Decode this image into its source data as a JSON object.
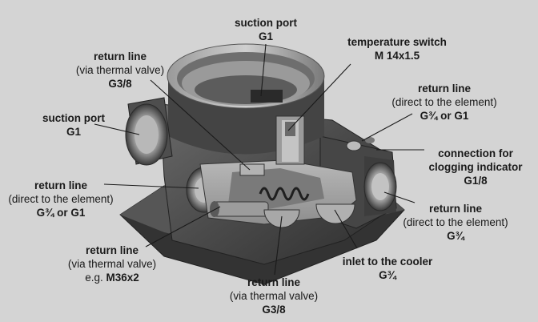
{
  "labels": {
    "suction_port_top": {
      "line1": "suction port",
      "value": "G1"
    },
    "return_thermal_top": {
      "line1": "return line",
      "line2": "(via thermal valve)",
      "value": "G3/8"
    },
    "temperature_switch": {
      "line1": "temperature switch",
      "value": "M 14x1.5"
    },
    "return_direct_top_right": {
      "line1": "return line",
      "line2": "(direct to the element)",
      "value": "G¾ or G1"
    },
    "suction_port_left": {
      "line1": "suction port",
      "value": "G1"
    },
    "clogging_indicator": {
      "line1": "connection for",
      "line2": "clogging indicator",
      "value": "G1/8"
    },
    "return_direct_left": {
      "line1": "return line",
      "line2": "(direct to the element)",
      "value": "G¾ or G1"
    },
    "return_direct_right": {
      "line1": "return line",
      "line2": "(direct to the element)",
      "value": "G¾"
    },
    "return_thermal_left": {
      "line1": "return line",
      "line2": "(via thermal valve)",
      "prefix": "e.g. ",
      "value": "M36x2"
    },
    "inlet_cooler": {
      "line1": "inlet to the cooler",
      "value": "G¾"
    },
    "return_thermal_bottom": {
      "line1": "return line",
      "line2": "(via thermal valve)",
      "value": "G3/8"
    }
  },
  "colors": {
    "background": "#d4d4d4",
    "metal_dark": "#3c3c3c",
    "metal_mid": "#5a5a5a",
    "metal_light": "#8a8a8a",
    "text": "#1a1a1a"
  }
}
